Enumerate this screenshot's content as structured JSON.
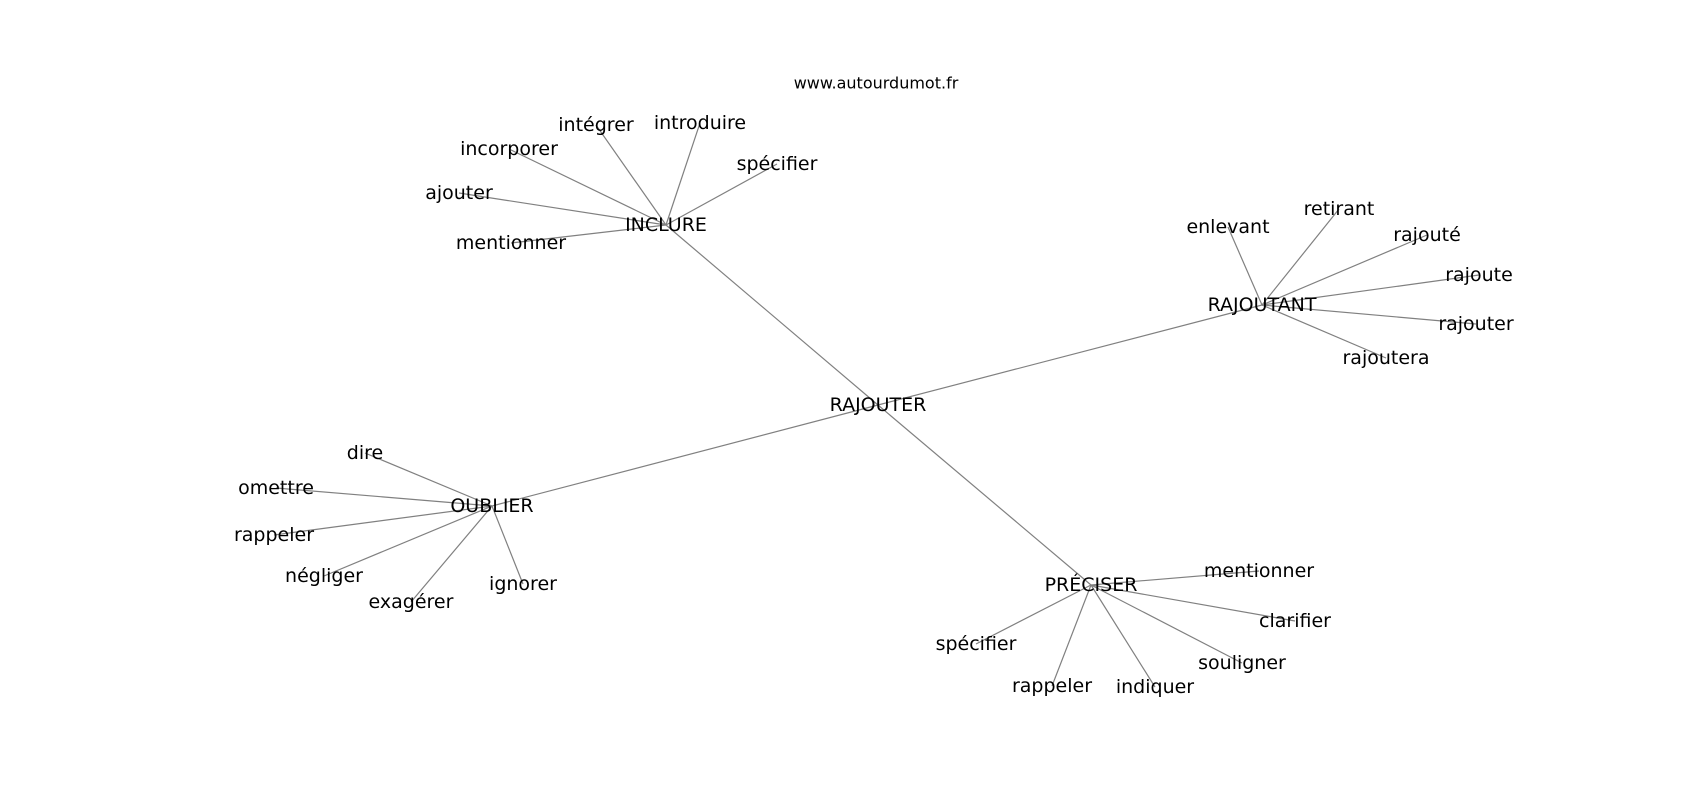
{
  "source": "www.autourdumot.fr",
  "root": {
    "id": "rajouter",
    "label": "RAJOUTER"
  },
  "hubs": [
    {
      "id": "inclure",
      "label": "INCLURE",
      "leaves": [
        "intégrer",
        "introduire",
        "spécifier",
        "incorporer",
        "ajouter",
        "mentionner"
      ]
    },
    {
      "id": "rajoutant",
      "label": "RAJOUTANT",
      "leaves": [
        "enlevant",
        "retirant",
        "rajouté",
        "rajoute",
        "rajouter",
        "rajoutera"
      ]
    },
    {
      "id": "oublier",
      "label": "OUBLIER",
      "leaves": [
        "dire",
        "omettre",
        "rappeler",
        "négliger",
        "exagérer",
        "ignorer"
      ]
    },
    {
      "id": "preciser",
      "label": "PRÉCISER",
      "leaves": [
        "mentionner",
        "clarifier",
        "souligner",
        "indiquer",
        "rappeler",
        "spécifier"
      ]
    }
  ]
}
